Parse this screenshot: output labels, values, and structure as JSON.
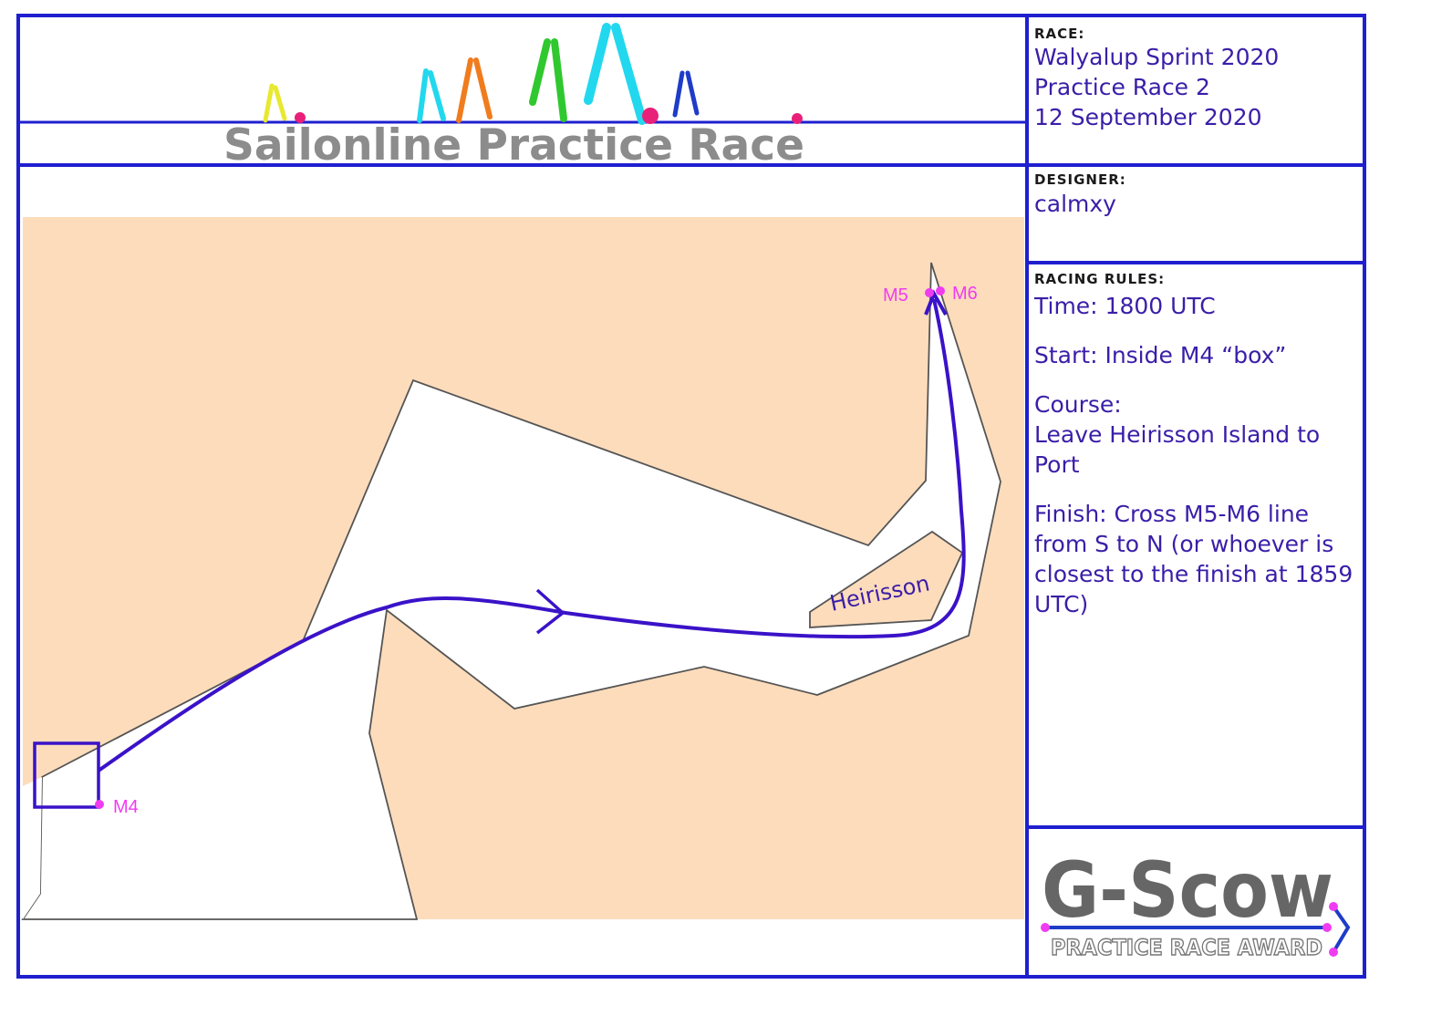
{
  "banner": {
    "title": "Sailonline Practice Race",
    "sail_colors": [
      "#e8e830",
      "#22d8ee",
      "#f07c1e",
      "#2fc82f",
      "#22d8ee",
      "#1e3cc8"
    ],
    "buoy_color": "#e8207a"
  },
  "race": {
    "heading": "RACE:",
    "lines": [
      "Walyalup Sprint 2020",
      "Practice Race 2",
      "12 September 2020"
    ]
  },
  "designer": {
    "heading": "DESIGNER:",
    "name": "calmxy"
  },
  "rules": {
    "heading": "RACING RULES:",
    "time": "Time: 1800 UTC",
    "start": "Start: Inside M4 “box”",
    "course_title": "Course:",
    "course_lines": [
      "Leave Heirisson Island to",
      "Port"
    ],
    "finish_lines": [
      "Finish: Cross M5-M6 line",
      "from S to N (or whoever is",
      "closest to the finish at 1859",
      "UTC)"
    ]
  },
  "map": {
    "land_color": "#fddcbc",
    "route_color": "#3a12c8",
    "marks": {
      "m4": "M4",
      "m5": "M5",
      "m6": "M6"
    },
    "island_name": "Heirisson"
  },
  "award": {
    "title": "G-Scow",
    "subtitle": "PRACTICE RACE AWARD"
  }
}
